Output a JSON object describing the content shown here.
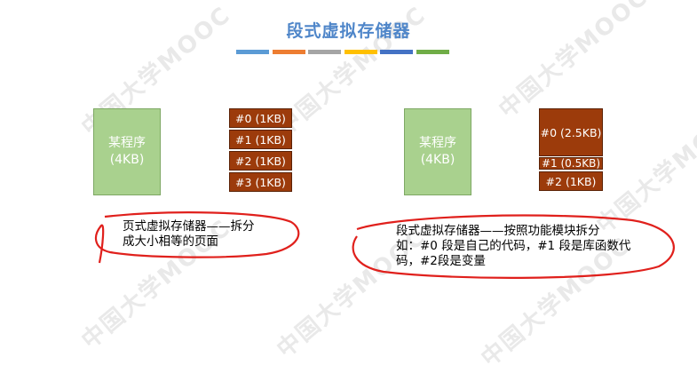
{
  "slide": {
    "title": "段式虚拟存储器",
    "accent_bars": [
      "#5b9bd5",
      "#ed7d31",
      "#a5a5a5",
      "#ffc000",
      "#4472c4",
      "#70ad47"
    ],
    "watermark": "中国大学MOOC"
  },
  "left": {
    "program_label_line1": "某程序",
    "program_label_line2": "(4KB)",
    "pages": [
      "#0 (1KB)",
      "#1 (1KB)",
      "#2 (1KB)",
      "#3 (1KB)"
    ],
    "note_line1": "页式虚拟存储器——拆分",
    "note_line2": "成大小相等的页面"
  },
  "right": {
    "program_label_line1": "某程序",
    "program_label_line2": "(4KB)",
    "segments": [
      "#0 (2.5KB)",
      "#1 (0.5KB)",
      "#2 (1KB)"
    ],
    "note_line1": "段式虚拟存储器——按照功能模块拆分",
    "note_line2": "如：#0 段是自己的代码，#1 段是库函数代",
    "note_line3": "码，#2段是变量"
  }
}
